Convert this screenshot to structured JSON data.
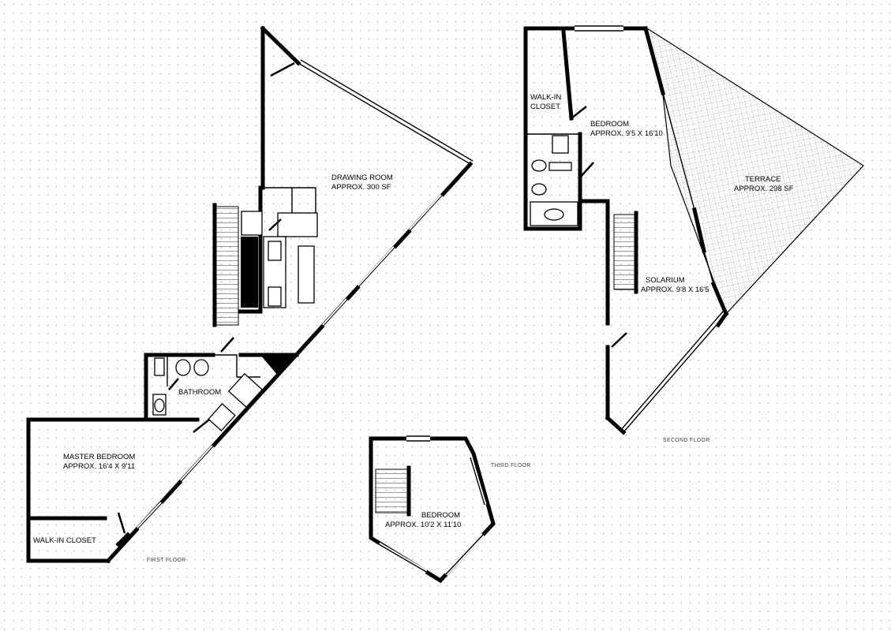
{
  "floors": {
    "first": "FIRST FLOOR",
    "second": "SECOND FLOOR",
    "third": "THIRD FLOOR"
  },
  "rooms": {
    "drawing_room": {
      "name": "DRAWING ROOM",
      "size": "APPROX. 300 SF"
    },
    "master_bedroom": {
      "name": "MASTER BEDROOM",
      "size": "APPROX. 16'4 X 9'11"
    },
    "bathroom": {
      "name": "BATHROOM"
    },
    "walk_in_closet_1": {
      "name": "WALK-IN CLOSET"
    },
    "walk_in_closet_2": {
      "line1": "WALK-IN",
      "line2": "CLOSET"
    },
    "bedroom_2": {
      "name": "BEDROOM",
      "size": "APPROX. 9'5 X 16'10"
    },
    "terrace": {
      "name": "TERRACE",
      "size": "APPROX. 298 SF"
    },
    "solarium": {
      "name": "SOLARIUM",
      "size": "APPROX. 9'8 X 16'5"
    },
    "bedroom_3": {
      "name": "BEDROOM",
      "size": "APPROX. 10'2 x 11'10"
    }
  },
  "colors": {
    "walls": "#000000",
    "terrace_hatch": "#b0b0b0",
    "background_dots": "#c8c8c8"
  }
}
